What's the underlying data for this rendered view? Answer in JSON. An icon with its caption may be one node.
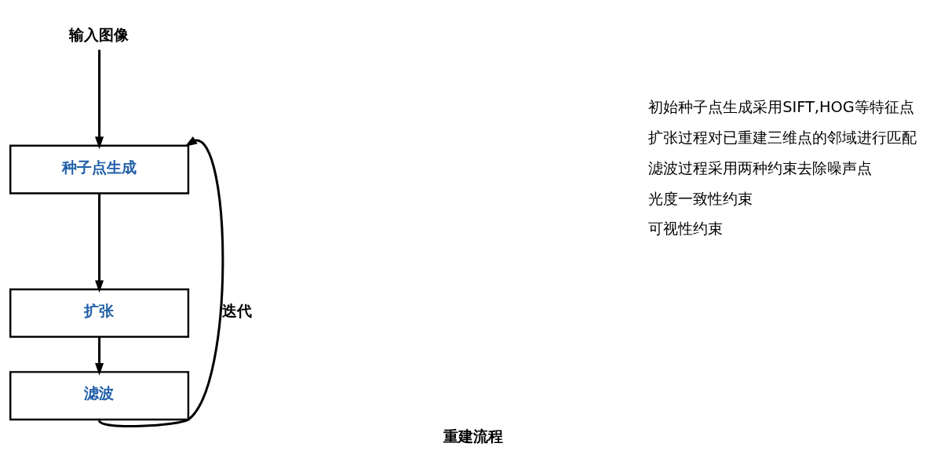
{
  "diagram": {
    "caption": "重建流程",
    "nodes": [
      {
        "text": [
          "输入图像"
        ]
      },
      {
        "text": [
          "种子点生成"
        ]
      },
      {
        "text": [
          "扩张"
        ]
      },
      {
        "text": [
          "滤波"
        ]
      }
    ],
    "edges": [
      {
        "from": 0,
        "to": 1,
        "arrow": "to"
      },
      {
        "from": 1,
        "to": 2,
        "arrow": "to"
      },
      {
        "from": 2,
        "to": 3,
        "arrow": "to"
      },
      {
        "from": 3,
        "to": 1,
        "arrow": "to",
        "label": "迭代"
      }
    ],
    "labels": [
      "初始种子点生成采用SIFT,HOG等特征点",
      "扩张过程对已重建三维点的邻域进行匹配",
      "滤波过程采用两种约束去除噪声点",
      "光度一致性约束",
      "可视性约束"
    ]
  }
}
